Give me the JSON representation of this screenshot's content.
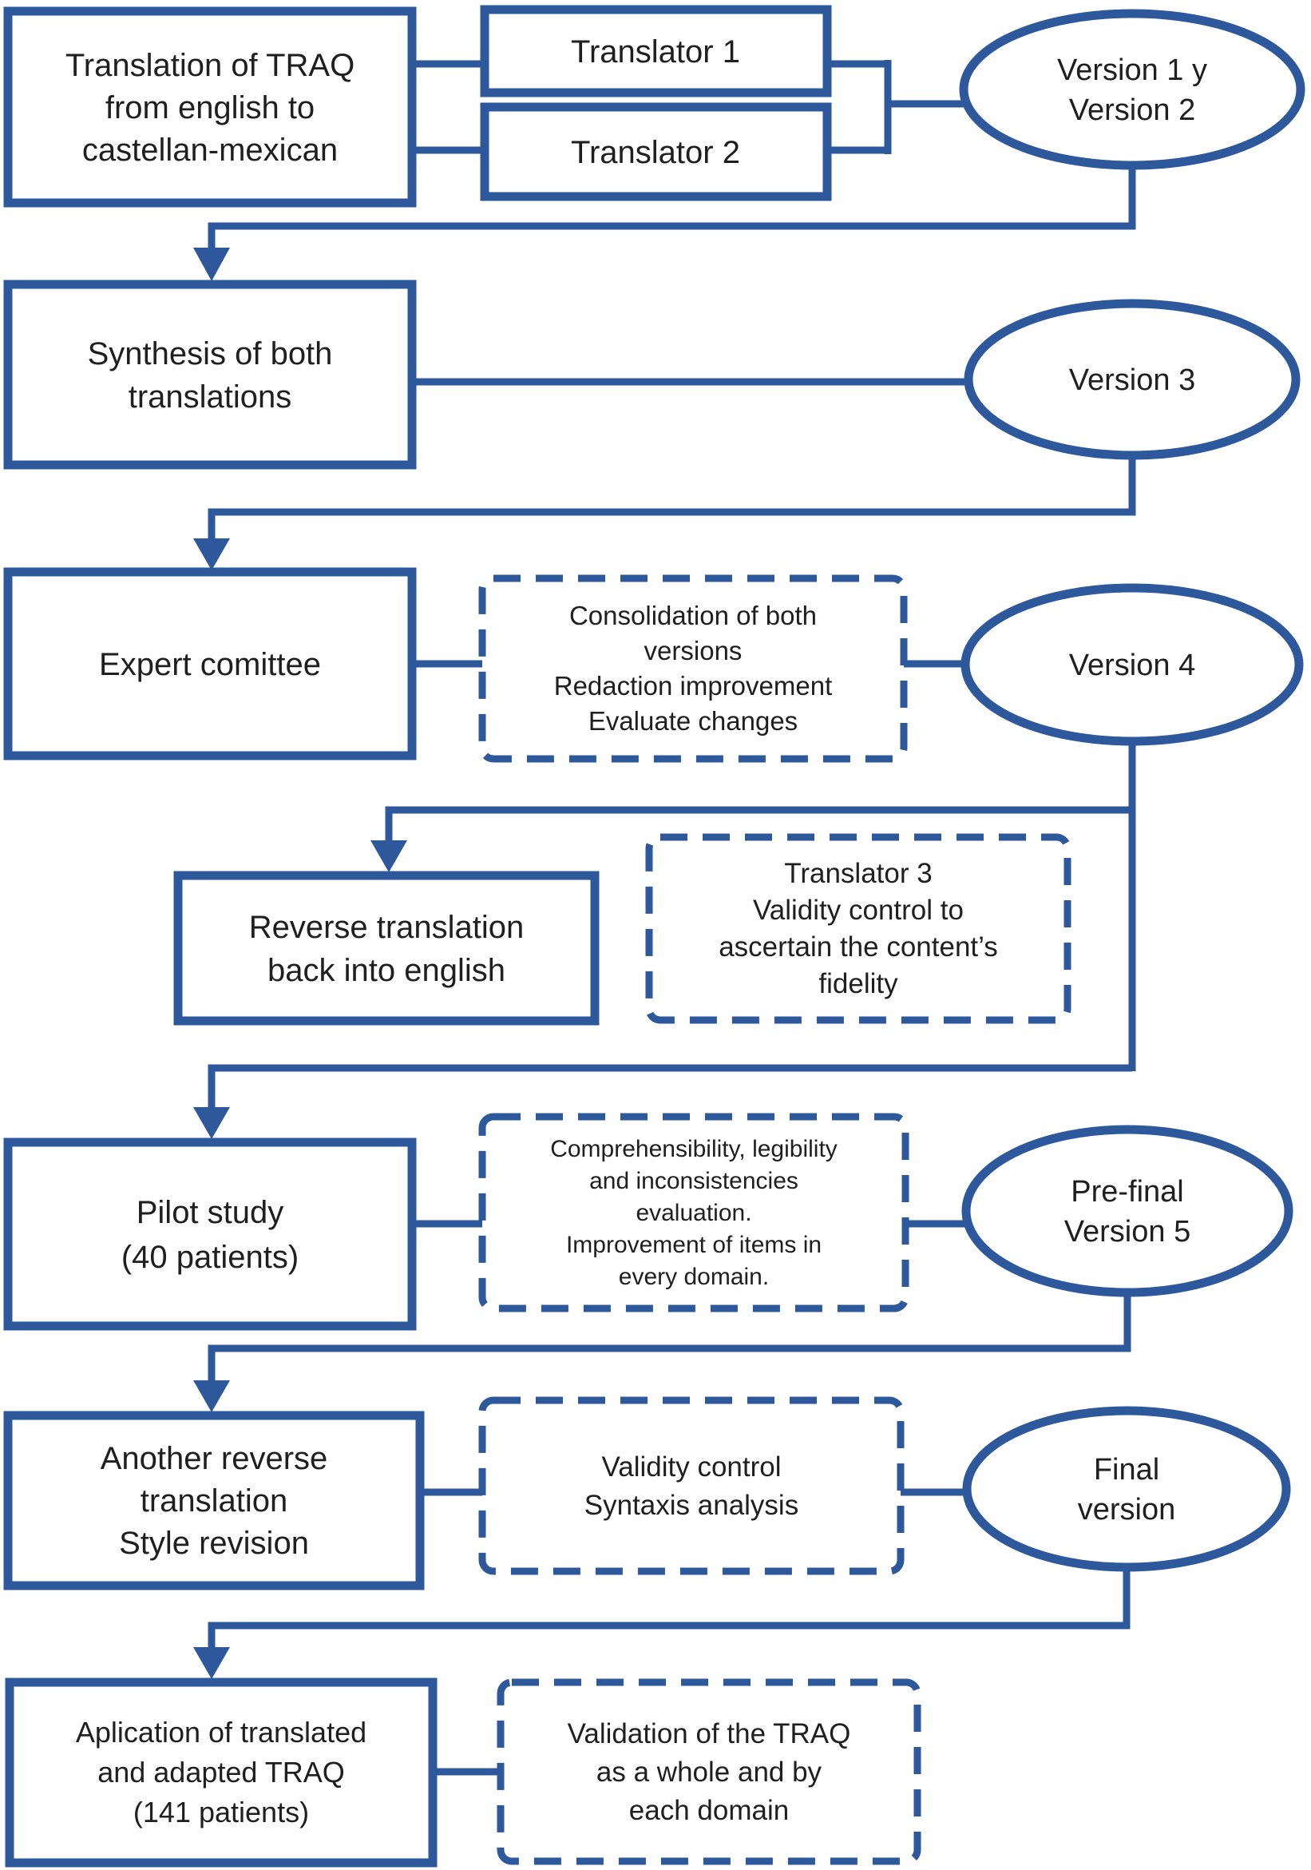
{
  "diagram": {
    "title": "TRAQ translation, cultural adaptation and validation flowchart",
    "accent_color": "#2d589b",
    "text_color": "#1f1f1f",
    "nodes": {
      "translation_source": {
        "shape": "box",
        "lines": [
          "Translation of TRAQ",
          "from english to",
          "castellan-mexican"
        ]
      },
      "translator1": {
        "shape": "box",
        "lines": [
          "Translator 1"
        ]
      },
      "translator2": {
        "shape": "box",
        "lines": [
          "Translator 2"
        ]
      },
      "version12": {
        "shape": "ellipse",
        "lines": [
          "Version 1 y",
          "Version 2"
        ]
      },
      "synthesis": {
        "shape": "box",
        "lines": [
          "Synthesis of both",
          "translations"
        ]
      },
      "version3": {
        "shape": "ellipse",
        "lines": [
          "Version 3"
        ]
      },
      "expert_committee": {
        "shape": "box",
        "lines": [
          "Expert comittee"
        ]
      },
      "consolidation": {
        "shape": "dashed-box",
        "lines": [
          "Consolidation of both",
          "versions",
          "Redaction improvement",
          "Evaluate changes"
        ]
      },
      "version4": {
        "shape": "ellipse",
        "lines": [
          "Version 4"
        ]
      },
      "reverse_translation": {
        "shape": "box",
        "lines": [
          "Reverse translation",
          "back into english"
        ]
      },
      "translator3": {
        "shape": "dashed-box",
        "lines": [
          "Translator 3",
          "Validity control to",
          "ascertain the content’s",
          "fidelity"
        ]
      },
      "pilot_study": {
        "shape": "box",
        "lines": [
          "Pilot study",
          "(40 patients)"
        ]
      },
      "comprehensibility": {
        "shape": "dashed-box",
        "lines": [
          "Comprehensibility, legibility",
          "and inconsistencies",
          "evaluation.",
          "Improvement of items in",
          "every domain."
        ]
      },
      "version5": {
        "shape": "ellipse",
        "lines": [
          "Pre-final",
          "Version 5"
        ]
      },
      "another_reverse": {
        "shape": "box",
        "lines": [
          "Another reverse",
          "translation",
          "Style revision"
        ]
      },
      "validity_control": {
        "shape": "dashed-box",
        "lines": [
          "Validity control",
          "Syntaxis analysis"
        ]
      },
      "final_version": {
        "shape": "ellipse",
        "lines": [
          "Final",
          "version"
        ]
      },
      "application": {
        "shape": "box",
        "lines": [
          "Aplication of translated",
          "and adapted TRAQ",
          "(141 patients)"
        ]
      },
      "validation": {
        "shape": "dashed-box",
        "lines": [
          "Validation of the TRAQ",
          "as a whole and by",
          "each domain"
        ]
      }
    }
  }
}
